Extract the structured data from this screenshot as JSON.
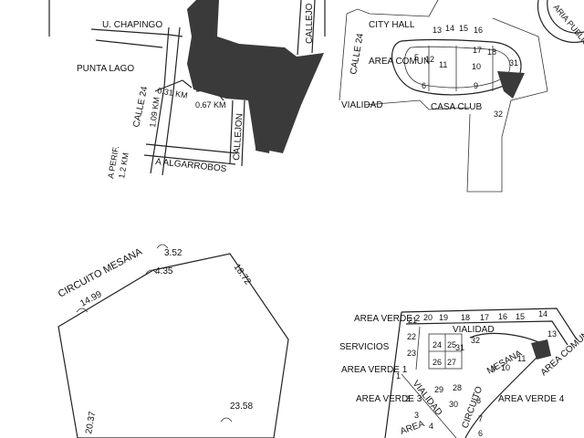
{
  "map1": {
    "labels": {
      "u_chapingo": "U. CHAPINGO",
      "punta_lago": "PUNTA LAGO",
      "calle_24": "CALLE 24",
      "dist_031": "0.31 KM",
      "dist_067": "0.67 KM",
      "dist_109": "1.09 KM",
      "callejon_top": "CALLEJO",
      "callejon_bottom": "CALLEJON",
      "a_algarrobos": "A ALGARROBOS",
      "a_perif": "A PERIF.",
      "dist_12": "1.2 KM"
    }
  },
  "map2": {
    "labels": {
      "city_hall": "CITY HALL",
      "calle_24": "CALLE 24",
      "area_comun": "AREA COMUN",
      "vialidad": "VIALIDAD",
      "casa_club": "CASA CLUB",
      "seal_text": "ARIA PUBLIC"
    },
    "lots": [
      "13",
      "14",
      "15",
      "16",
      "5",
      "12",
      "11",
      "17",
      "18",
      "10",
      "31",
      "6",
      "9",
      "32"
    ]
  },
  "map3": {
    "labels": {
      "circuito_mesana": "CIRCUITO MESANA",
      "m_352": "3.52",
      "m_435": "4.35",
      "m_1872": "18.72",
      "m_1499": "14.99",
      "m_2037": "20.37",
      "m_2358": "23.58"
    }
  },
  "map4": {
    "labels": {
      "area_verde_2": "AREA VERDE 2",
      "vialidad_top": "VIALIDAD",
      "servicios": "SERVICIOS",
      "area_verde_1": "AREA VERDE 1",
      "area_verde_3": "AREA VERDE 3",
      "vialidad_diag": "VIALIDAD",
      "circuito": "CIRCUITO",
      "mesana": "MESANA",
      "area_verde_4": "AREA VERDE 4",
      "area_comun": "AREA COMUN",
      "area_partial": "AREA"
    },
    "top_row_lots": [
      "21",
      "20",
      "19",
      "18",
      "17",
      "16",
      "15",
      "14"
    ],
    "lots": [
      "22",
      "23",
      "24",
      "25",
      "26",
      "27",
      "31",
      "32",
      "13",
      "11",
      "10",
      "9",
      "1",
      "2",
      "3",
      "4",
      "29",
      "28",
      "30",
      "8",
      "7",
      "6"
    ]
  }
}
